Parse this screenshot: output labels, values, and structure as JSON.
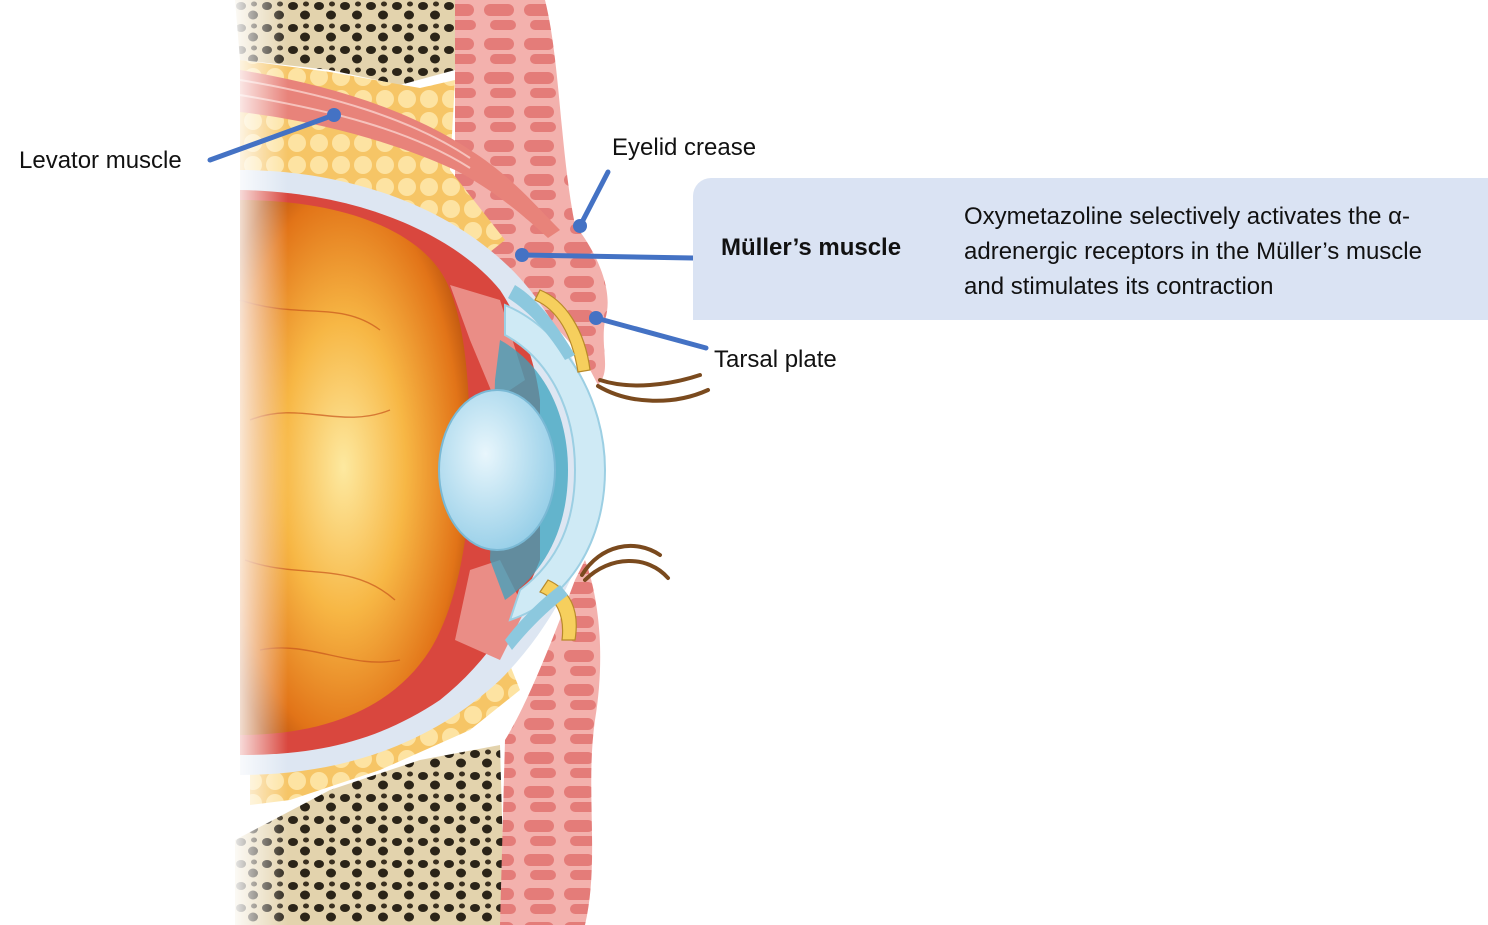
{
  "labels": {
    "levator": "Levator muscle",
    "eyelid_crease": "Eyelid crease",
    "tarsal_plate": "Tarsal plate"
  },
  "callout": {
    "title": "Müller’s muscle",
    "text": "Oxymetazoline selectively activates the α-adrenergic receptors in the Müller’s muscle and stimulates its contraction"
  },
  "colors": {
    "leader_line": "#4472c4",
    "callout_bg": "#dae3f3",
    "skin": "#f4b8b2",
    "fat": "#fbd77a",
    "eyeball": "#e07a1c",
    "sclera": "#dde6f2",
    "lens": "#bfe3f3",
    "bone": "#d8c7a0",
    "muscle": "#e97a73"
  }
}
